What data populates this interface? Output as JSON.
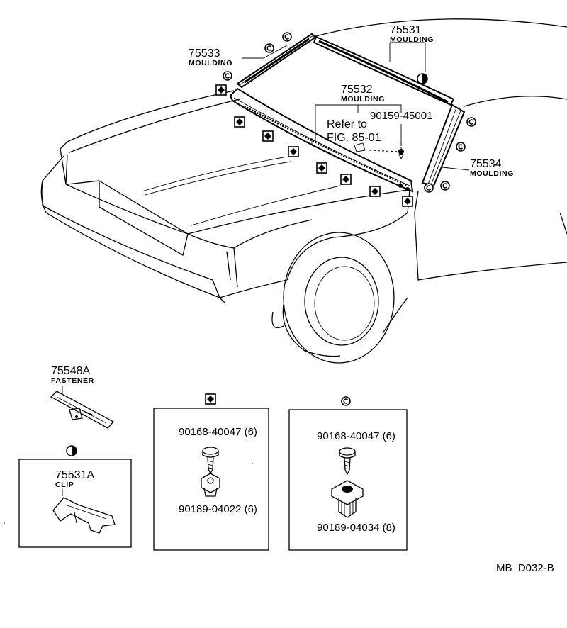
{
  "parts": {
    "p75531": {
      "number": "75531",
      "name": "MOULDING"
    },
    "p75533": {
      "number": "75533",
      "name": "MOULDING"
    },
    "p75532": {
      "number": "75532",
      "name": "MOULDING"
    },
    "p75534": {
      "number": "75534",
      "name": "MOULDING"
    },
    "p90159": {
      "number": "90159-45001"
    },
    "ref": {
      "line1": "Refer to",
      "line2": "FIG. 85-01"
    },
    "p75548A": {
      "number": "75548A",
      "name": "FASTENER"
    },
    "p75531A": {
      "number": "75531A",
      "name": "CLIP"
    }
  },
  "box_diamond": {
    "screw": "90168-40047 (6)",
    "nut": "90189-04022 (6)"
  },
  "box_circle": {
    "screw": "90168-40047 (6)",
    "nut": "90189-04034 (8)"
  },
  "footer": {
    "code": "MB  D032-B"
  },
  "legend_symbols": {
    "diamond": "diamond-square-symbol",
    "circle": "circle-with-c-symbol",
    "half": "half-filled-circle-symbol"
  }
}
